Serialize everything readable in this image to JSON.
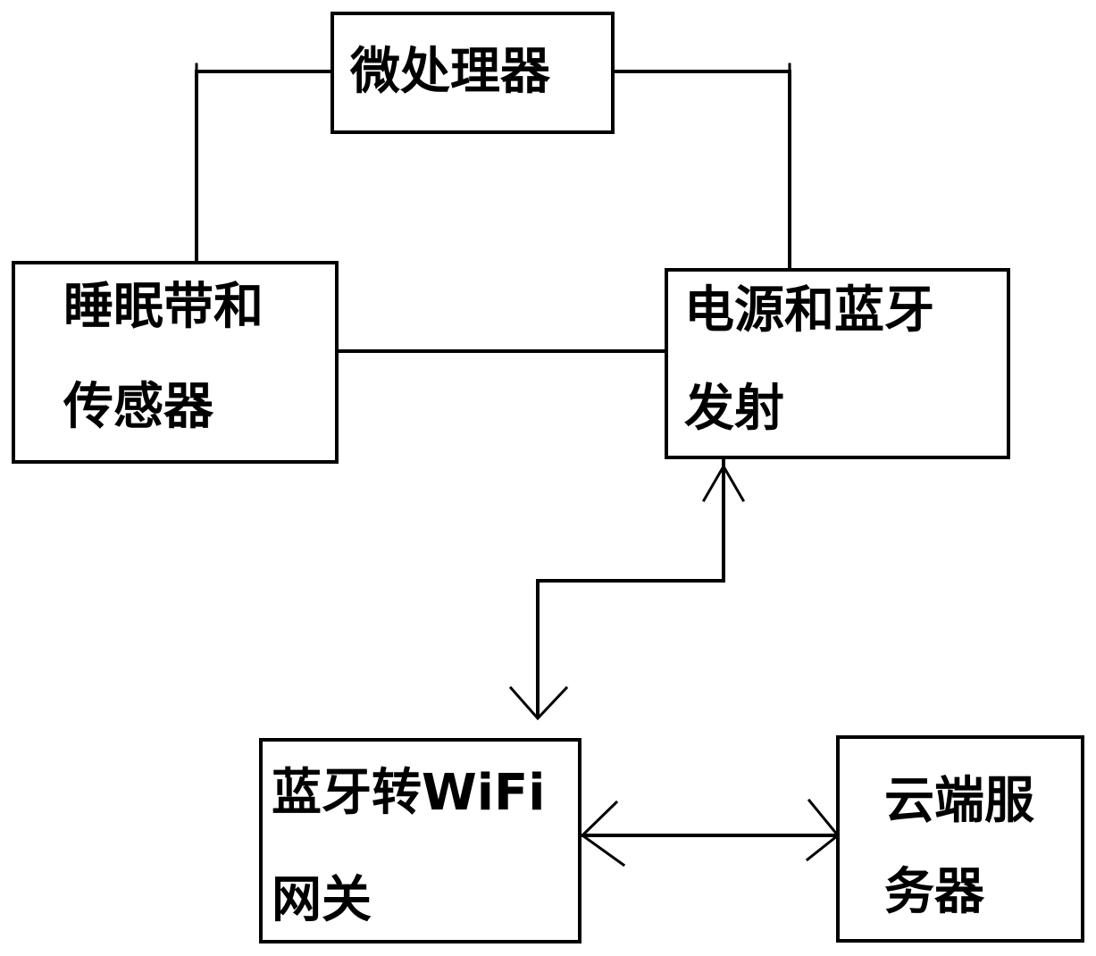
{
  "nodes": {
    "microprocessor": {
      "label": "微处理器"
    },
    "sleep_band_sensor": {
      "line1": "睡眠带和",
      "line2": "传感器"
    },
    "power_bluetooth": {
      "line1": "电源和蓝牙",
      "line2": "发射"
    },
    "bt_wifi_gateway": {
      "line1": "蓝牙转WiFi",
      "line2": "网关"
    },
    "cloud_server": {
      "line1": "云端服",
      "line2": "务器"
    }
  },
  "colors": {
    "stroke": "#000000",
    "background": "#ffffff"
  }
}
